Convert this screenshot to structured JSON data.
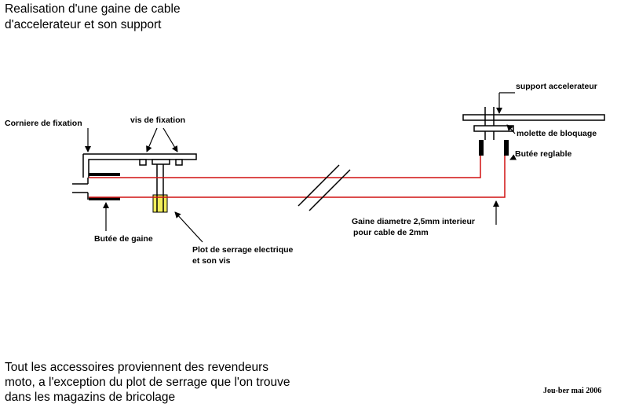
{
  "title": {
    "line1": "Realisation d'une gaine de cable",
    "line2": "d'accelerateur et son support"
  },
  "labels": {
    "corniere": "Corniere de fixation",
    "vis_fixation": "vis de fixation",
    "butee_gaine": "Butée de gaine",
    "plot_line1": "Plot de serrage electrique",
    "plot_line2": "et son  vis",
    "support": "support accelerateur",
    "molette": "molette de bloquage",
    "butee_reglable": "Butée reglable",
    "gaine_line1": "Gaine diametre 2,5mm interieur",
    "gaine_line2": "pour cable de 2mm"
  },
  "footer": {
    "line1": "Tout les accessoires proviennent des revendeurs",
    "line2": "moto, a l'exception du plot de serrage que l'on trouve",
    "line3": "dans les magazins de bricolage"
  },
  "credit": "Jou-ber mai 2006",
  "colors": {
    "cable": "#d01010",
    "outline": "#000000",
    "plot": "#f2ee5a"
  }
}
